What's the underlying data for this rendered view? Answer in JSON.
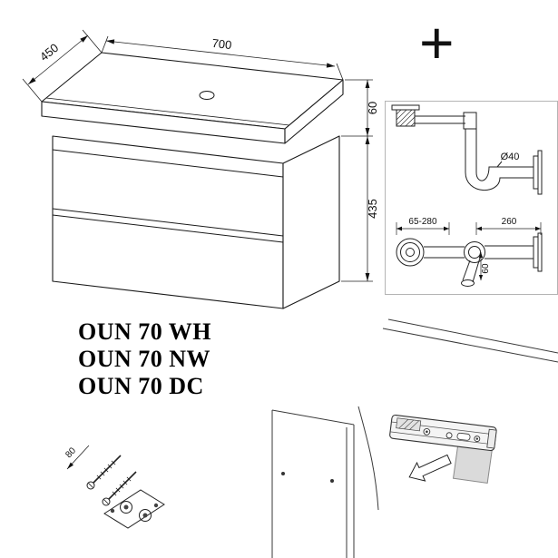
{
  "main_drawing": {
    "dim_width": "700",
    "dim_depth": "450",
    "dim_counter_height": "60",
    "dim_body_height": "435"
  },
  "plus_sign": "+",
  "models": [
    "OUN 70 WH",
    "OUN 70 NW",
    "OUN 70 DC"
  ],
  "siphon_diagram": {
    "dim_pipe_diameter": "Ø40",
    "dim_adjustable_range": "65-280",
    "dim_outlet_length": "260",
    "dim_offset": "60"
  },
  "fixing_detail": {
    "dim_screw_length": "80"
  }
}
